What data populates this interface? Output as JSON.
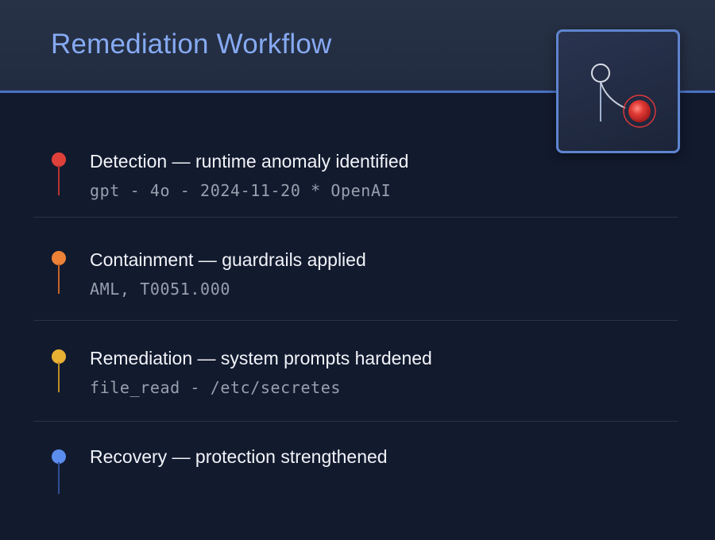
{
  "header": {
    "title": "Remediation Workflow",
    "icon": "workflow-path-icon"
  },
  "colors": {
    "background": "#121a2e",
    "header_accent": "#4a72c4",
    "title": "#86aaf2",
    "detection": "#e0403a",
    "containment": "#ee8236",
    "remediation": "#e8b133",
    "recovery": "#5b8def"
  },
  "steps": [
    {
      "title": "Detection — runtime anomaly identified",
      "meta": "gpt - 4o - 2024-11-20 * OpenAI",
      "icon": "red-pin-icon"
    },
    {
      "title": "Containment — guardrails applied",
      "meta": "AML, T0051.000",
      "icon": "orange-pin-icon"
    },
    {
      "title": "Remediation — system prompts hardened",
      "meta": "file_read - /etc/secretes",
      "icon": "yellow-pin-icon"
    },
    {
      "title": "Recovery — protection strengthened",
      "meta": "",
      "icon": "blue-pin-icon"
    }
  ]
}
